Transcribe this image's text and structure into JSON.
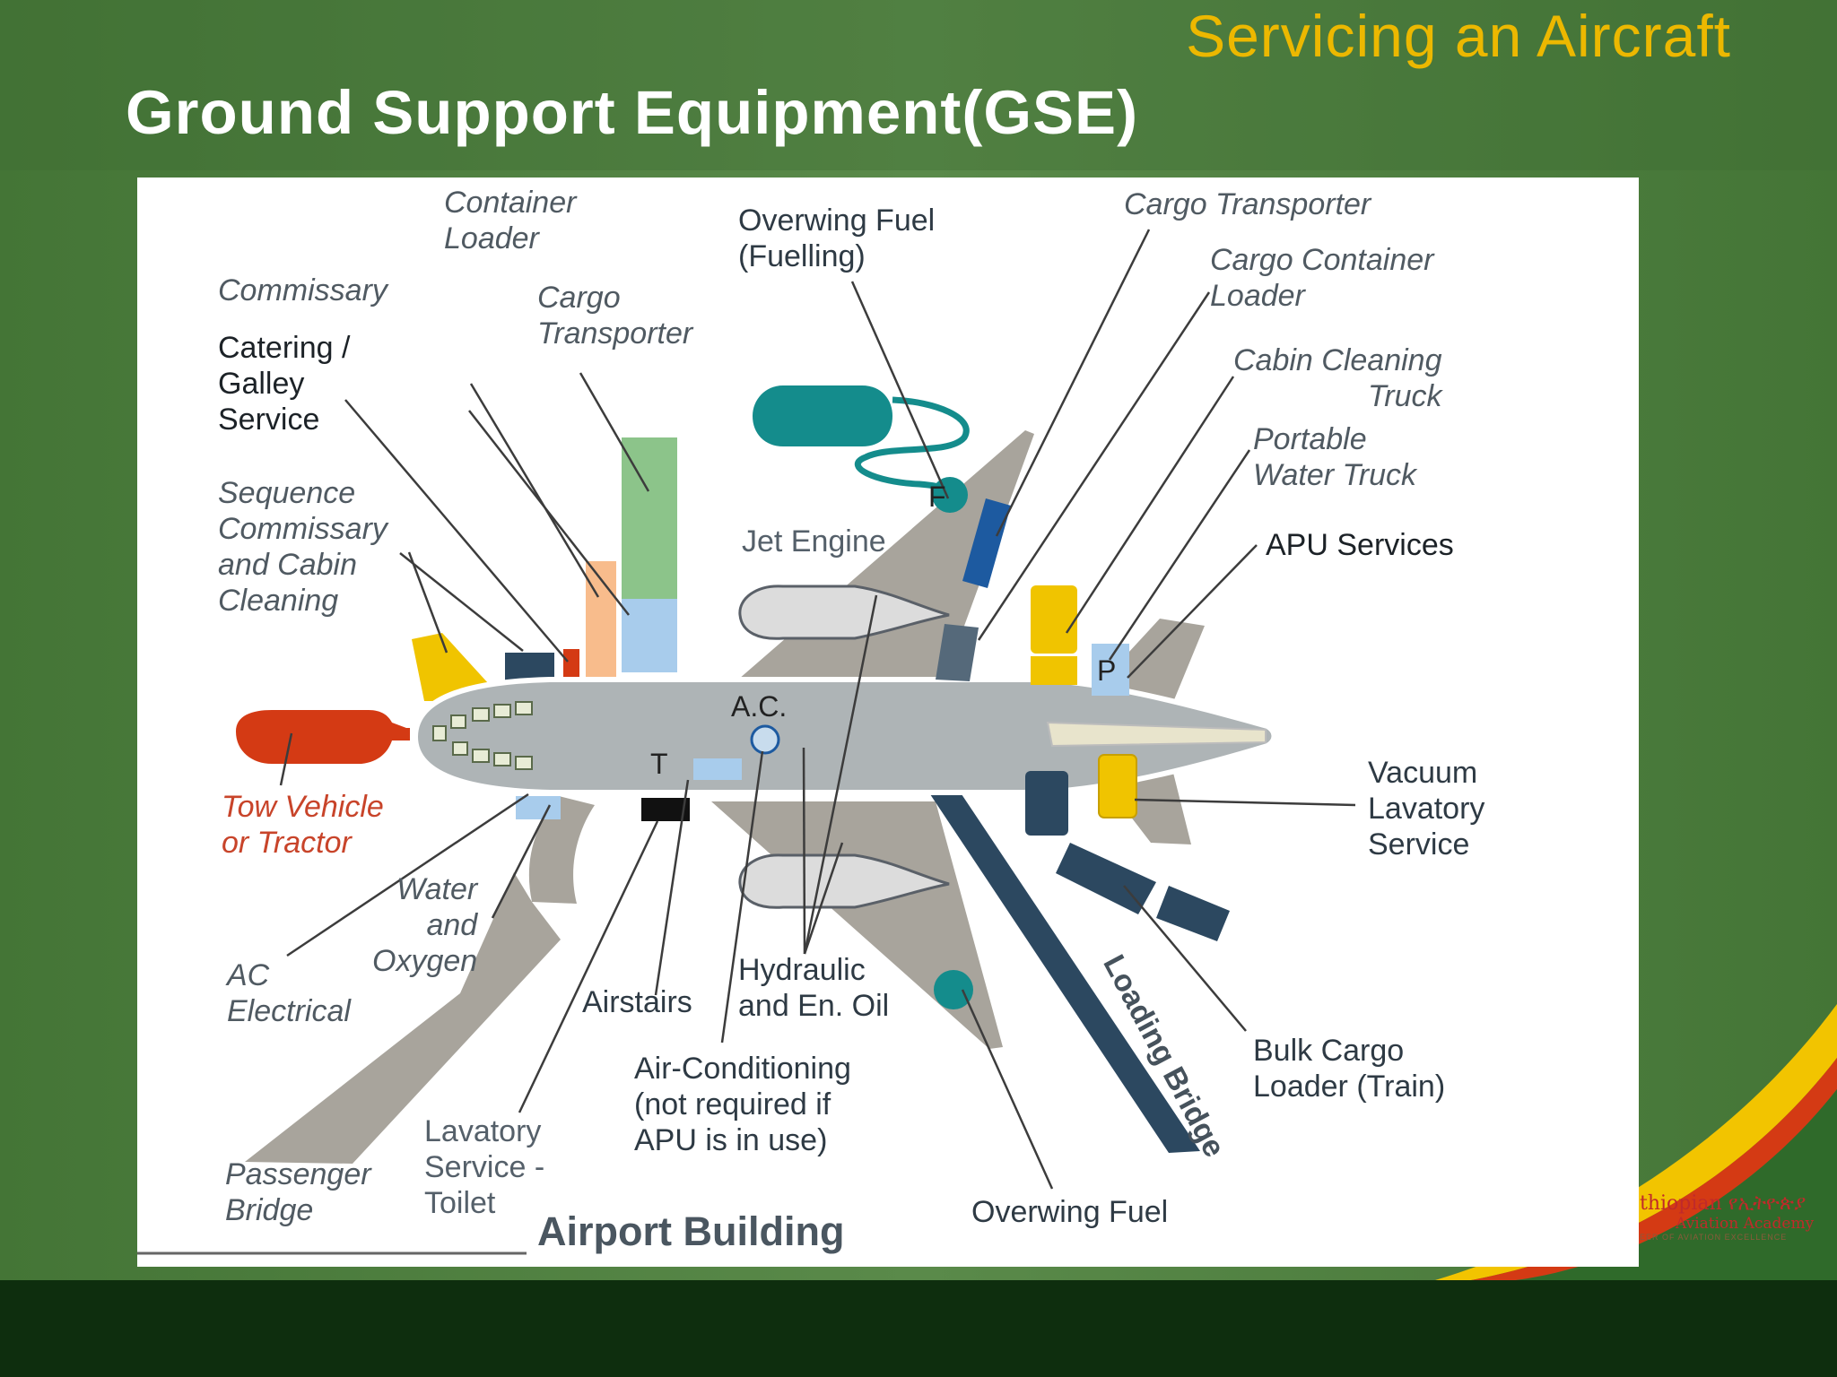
{
  "slide": {
    "deck_title": "Servicing an Aircraft",
    "heading": "Ground Support Equipment(GSE)"
  },
  "colors": {
    "background_green": "#4e7e40",
    "footer_dark_green": "#0e2e0e",
    "title_gold": "#ecb800",
    "fuselage_gray": "#aeb4b6",
    "wing_tan": "#a8a49c",
    "navy": "#2f4a5e",
    "teal": "#148c8c",
    "yellow": "#f0c400",
    "tow_red": "#d43a14",
    "light_blue": "#a8ccec"
  },
  "diagram": {
    "labels": {
      "container_loader": "Container\nLoader",
      "overwing_fuel_fuelling": "Overwing Fuel\n(Fuelling)",
      "cargo_transporter_right": "Cargo Transporter",
      "commissary": "Commissary",
      "cargo_transporter_left": "Cargo\nTransporter",
      "cargo_container_loader": "Cargo Container\nLoader",
      "catering_galley": "Catering /\nGalley\nService",
      "cabin_cleaning_truck": "Cabin Cleaning\nTruck",
      "portable_water_truck": "Portable\nWater Truck",
      "sequence_commissary": "Sequence\nCommissary\nand Cabin\nCleaning",
      "jet_engine": "Jet Engine",
      "apu_services": "APU Services",
      "tow_vehicle": "Tow Vehicle\nor Tractor",
      "vacuum_lavatory": "Vacuum\nLavatory\nService",
      "water_oxygen": "Water\nand\nOxygen",
      "ac_electrical": "AC\nElectrical",
      "airstairs": "Airstairs",
      "hydraulic_oil": "Hydraulic\nand En. Oil",
      "loading_bridge": "Loading Bridge",
      "bulk_cargo_loader": "Bulk Cargo\nLoader (Train)",
      "air_conditioning": "Air-Conditioning\n(not required if\nAPU is in use)",
      "lavatory_toilet": "Lavatory\nService -\nToilet",
      "passenger_bridge": "Passenger\nBridge",
      "overwing_fuel_bottom": "Overwing Fuel",
      "airport_building": "Airport Building"
    },
    "markers": {
      "fuel": "F",
      "air_conditioning": "A.C.",
      "toilet": "T",
      "potable": "P"
    }
  },
  "logo": {
    "line1": "thiopian የኢትዮጵያ",
    "line2": "Aviation Academy",
    "line3": "EER OF AVIATION EXCELLENCE"
  }
}
